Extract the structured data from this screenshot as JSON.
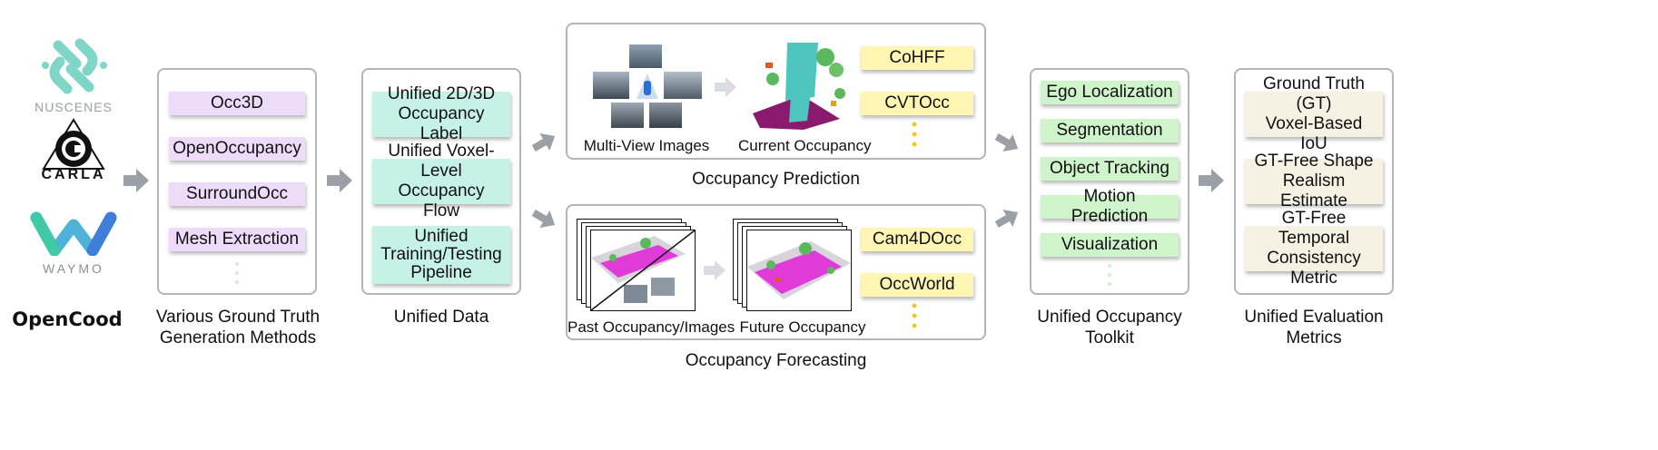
{
  "logos": {
    "nuscenes": "NUSCENES",
    "carla": "CARLA",
    "waymo": "WAYMO",
    "opencood": "OpenCood"
  },
  "gt_methods": {
    "items": [
      "Occ3D",
      "OpenOccupancy",
      "SurroundOcc",
      "Mesh Extraction"
    ],
    "caption_line1": "Various Ground Truth",
    "caption_line2": "Generation Methods"
  },
  "unified_data": {
    "items": [
      {
        "line1": "Unified 2D/3D",
        "line2": "Occupancy Label"
      },
      {
        "line1": "Unified Voxel-Level",
        "line2": "Occupancy Flow"
      },
      {
        "line1": "Unified",
        "line2": "Training/Testing",
        "line3": "Pipeline"
      }
    ],
    "caption": "Unified Data"
  },
  "prediction": {
    "input_label": "Multi-View Images",
    "output_label": "Current Occupancy",
    "methods": [
      "CoHFF",
      "CVTOcc"
    ],
    "caption": "Occupancy Prediction"
  },
  "forecasting": {
    "input_label": "Past Occupancy/Images",
    "output_label": "Future Occupancy",
    "methods": [
      "Cam4DOcc",
      "OccWorld"
    ],
    "caption": "Occupancy Forecasting"
  },
  "toolkit": {
    "items": [
      "Ego Localization",
      "Segmentation",
      "Object Tracking",
      "Motion Prediction",
      "Visualization"
    ],
    "caption_line1": "Unified Occupancy",
    "caption_line2": "Toolkit"
  },
  "metrics": {
    "items": [
      {
        "line1": "Ground Truth (GT)",
        "line2": "Voxel-Based IoU"
      },
      {
        "line1": "GT-Free Shape",
        "line2": "Realism Estimate"
      },
      {
        "line1": "GT-Free Temporal",
        "line2": "Consistency Metric"
      }
    ],
    "caption_line1": "Unified Evaluation",
    "caption_line2": "Metrics"
  },
  "colors": {
    "gt_chip": "#ecdcfa",
    "data_chip": "#c6f2e6",
    "toolkit_chip": "#cff3cb",
    "metric_chip": "#f6f2e3",
    "method_chip": "#fff6b3",
    "arrow": "#9aa0a6",
    "panel_border": "#b5b5b5"
  }
}
